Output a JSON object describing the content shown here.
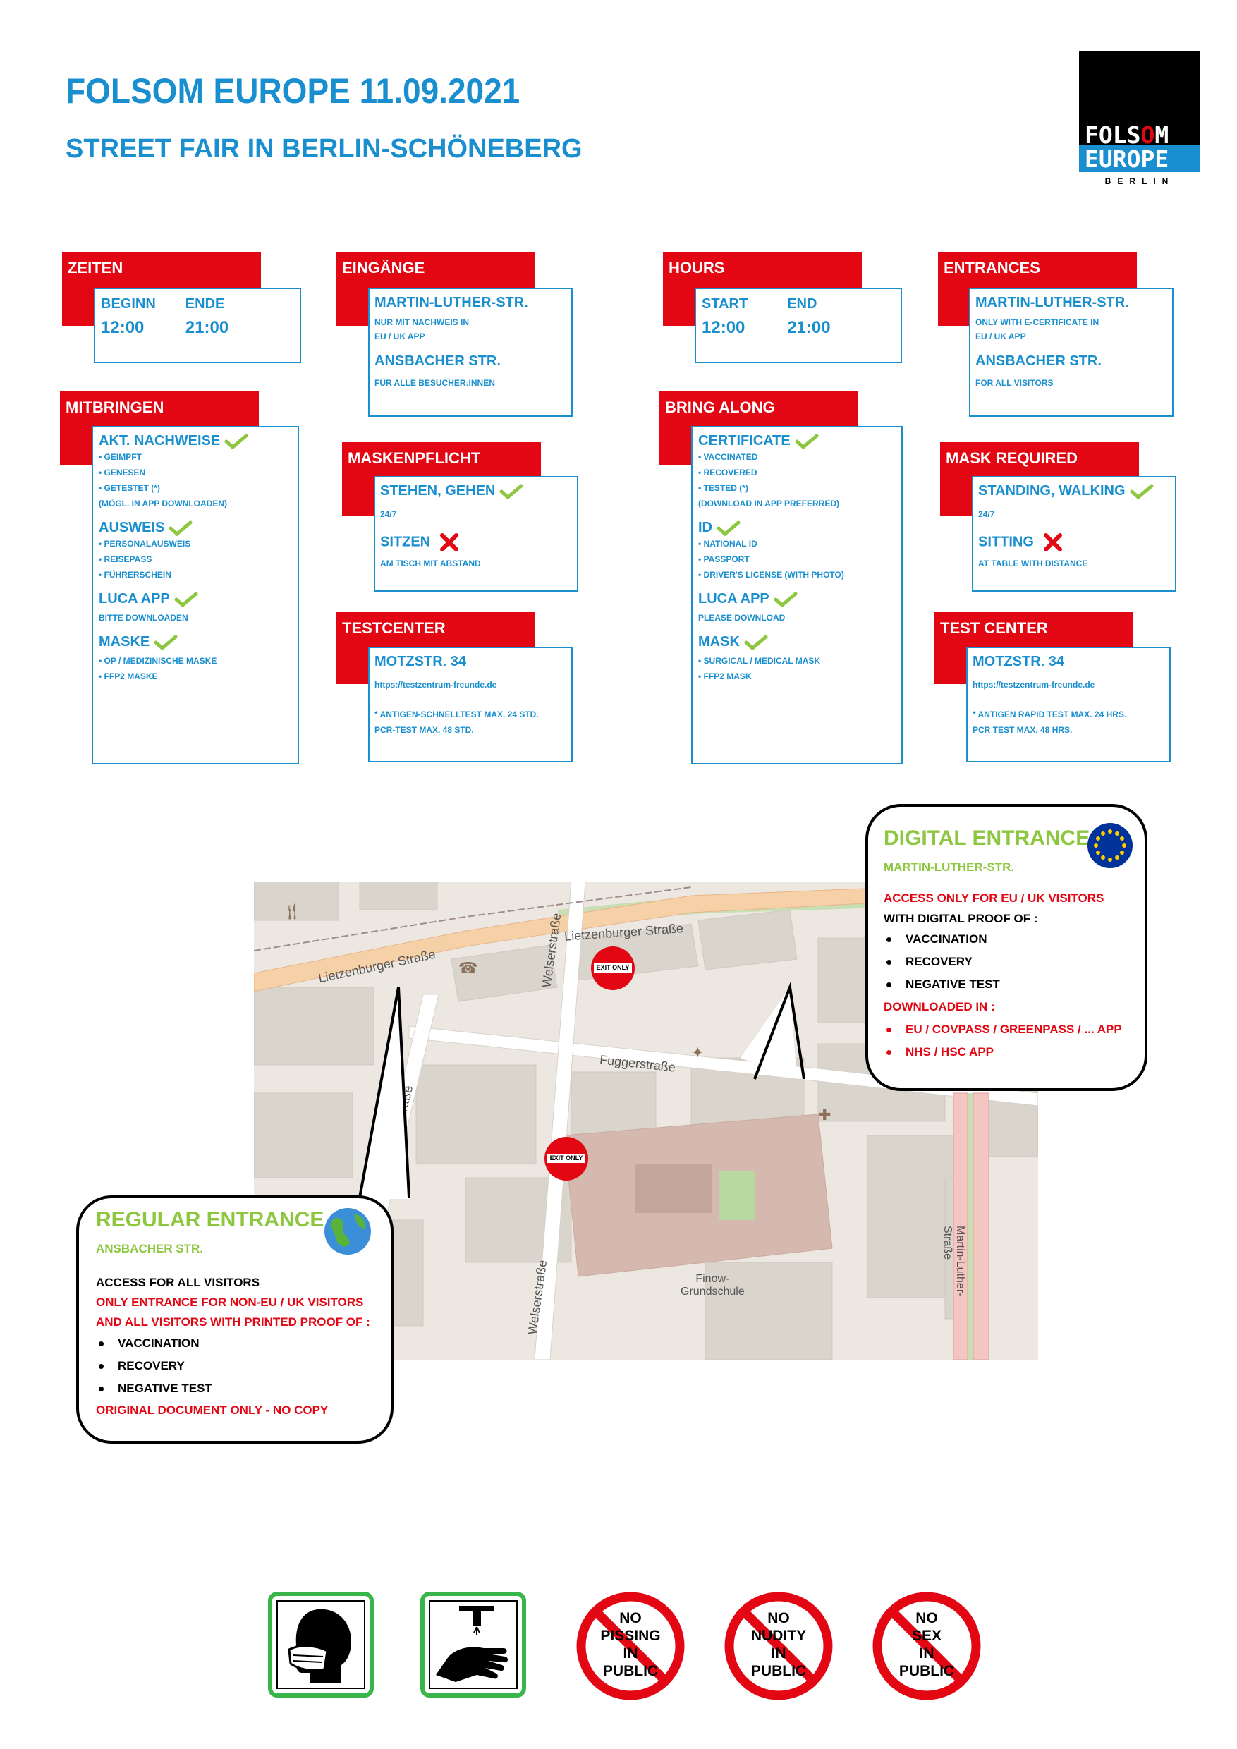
{
  "header": {
    "title": "FOLSOM EUROPE 11.09.2021",
    "subtitle": "STREET FAIR IN BERLIN-SCHÖNEBERG"
  },
  "logo": {
    "line1_a": "FOLS",
    "line1_o": "O",
    "line1_b": "M",
    "line2": "EUROPE",
    "line3": "BERLIN"
  },
  "de": {
    "zeiten": {
      "header": "ZEITEN",
      "start_label": "BEGINN",
      "end_label": "ENDE",
      "start": "12:00",
      "end": "21:00"
    },
    "eingaenge": {
      "header": "EINGÄNGE",
      "e1_title": "MARTIN-LUTHER-STR.",
      "e1_line1": "NUR MIT NACHWEIS IN",
      "e1_line2": "EU / UK APP",
      "e2_title": "ANSBACHER STR.",
      "e2_line1": "FÜR ALLE BESUCHER:INNEN"
    },
    "mitbringen": {
      "header": "MITBRINGEN",
      "nachweise": "AKT. NACHWEISE",
      "n_items": [
        "• GEIMPFT",
        "• GENESEN",
        "• GETESTET (*)",
        "(MÖGL. IN APP DOWNLOADEN)"
      ],
      "ausweis": "AUSWEIS",
      "a_items": [
        "• PERSONALAUSWEIS",
        "• REISEPASS",
        "• FÜHRERSCHEIN"
      ],
      "luca": "LUCA APP",
      "luca_note": "BITTE DOWNLOADEN",
      "maske": "MASKE",
      "m_items": [
        "• OP / MEDIZINISCHE MASKE",
        "• FFP2 MASKE"
      ]
    },
    "maskenpflicht": {
      "header": "MASKENPFLICHT",
      "stehen": "STEHEN, GEHEN",
      "stehen_note": "24/7",
      "sitzen": "SITZEN",
      "sitzen_note": "AM TISCH MIT ABSTAND"
    },
    "testcenter": {
      "header": "TESTCENTER",
      "addr": "MOTZSTR. 34",
      "url": "https://testzentrum-freunde.de",
      "note1": "* ANTIGEN-SCHNELLTEST MAX. 24 STD.",
      "note2": "PCR-TEST MAX. 48 STD."
    }
  },
  "en": {
    "hours": {
      "header": "HOURS",
      "start_label": "START",
      "end_label": "END",
      "start": "12:00",
      "end": "21:00"
    },
    "entrances": {
      "header": "ENTRANCES",
      "e1_title": "MARTIN-LUTHER-STR.",
      "e1_line1": "ONLY WITH E-CERTIFICATE IN",
      "e1_line2": "EU / UK APP",
      "e2_title": "ANSBACHER STR.",
      "e2_line1": "FOR ALL VISITORS"
    },
    "bring": {
      "header": "BRING ALONG",
      "certificate": "CERTIFICATE",
      "c_items": [
        "• VACCINATED",
        "• RECOVERED",
        "• TESTED (*)",
        "(DOWNLOAD IN APP PREFERRED)"
      ],
      "id": "ID",
      "i_items": [
        "• NATIONAL ID",
        "• PASSPORT",
        "• DRIVER'S LICENSE (WITH PHOTO)"
      ],
      "luca": "LUCA APP",
      "luca_note": "PLEASE DOWNLOAD",
      "mask": "MASK",
      "m_items": [
        "• SURGICAL / MEDICAL MASK",
        "• FFP2 MASK"
      ]
    },
    "mask_required": {
      "header": "MASK REQUIRED",
      "standing": "STANDING, WALKING",
      "standing_note": "24/7",
      "sitting": "SITTING",
      "sitting_note": "AT TABLE WITH DISTANCE"
    },
    "test_center": {
      "header": "TEST CENTER",
      "addr": "MOTZSTR. 34",
      "url": "https://testzentrum-freunde.de",
      "note1": "* ANTIGEN RAPID TEST MAX. 24 HRS.",
      "note2": "PCR TEST MAX. 48 HRS."
    }
  },
  "map": {
    "streets": {
      "lietzenburger": "Lietzenburger Straße",
      "fugger": "Fuggerstraße",
      "welser": "Welserstraße",
      "ansbacher": "Ansbacher Straße",
      "martin_luther": "Martin-Luther-Straße"
    },
    "school_line1": "Finow-",
    "school_line2": "Grundschule",
    "exit_label": "EXIT ONLY"
  },
  "digital": {
    "title": "DIGITAL ENTRANCE",
    "street": "MARTIN-LUTHER-STR.",
    "access": "ACCESS ONLY FOR EU / UK VISITORS",
    "proof": "WITH DIGITAL PROOF OF :",
    "items": [
      "VACCINATION",
      "RECOVERY",
      "NEGATIVE TEST"
    ],
    "downloaded": "DOWNLOADED IN :",
    "apps": [
      "EU / COVPASS / GREENPASS / ...  APP",
      "NHS / HSC APP"
    ]
  },
  "regular": {
    "title": "REGULAR ENTRANCE",
    "street": "ANSBACHER STR.",
    "access": "ACCESS FOR ALL VISITORS",
    "only1": "ONLY ENTRANCE FOR NON-EU / UK VISITORS",
    "only2": "AND ALL VISITORS WITH PRINTED PROOF OF :",
    "items": [
      "VACCINATION",
      "RECOVERY",
      "NEGATIVE TEST"
    ],
    "original": "ORIGINAL DOCUMENT ONLY - NO COPY"
  },
  "signs": {
    "pissing": [
      "NO",
      "PISSING",
      "IN",
      "PUBLIC"
    ],
    "nudity": [
      "NO",
      "NUDITY",
      "IN",
      "PUBLIC"
    ],
    "sex": [
      "NO",
      "SEX",
      "IN",
      "PUBLIC"
    ]
  },
  "colors": {
    "blue": "#1a8fcf",
    "red": "#e30613",
    "green": "#8dc63f"
  }
}
